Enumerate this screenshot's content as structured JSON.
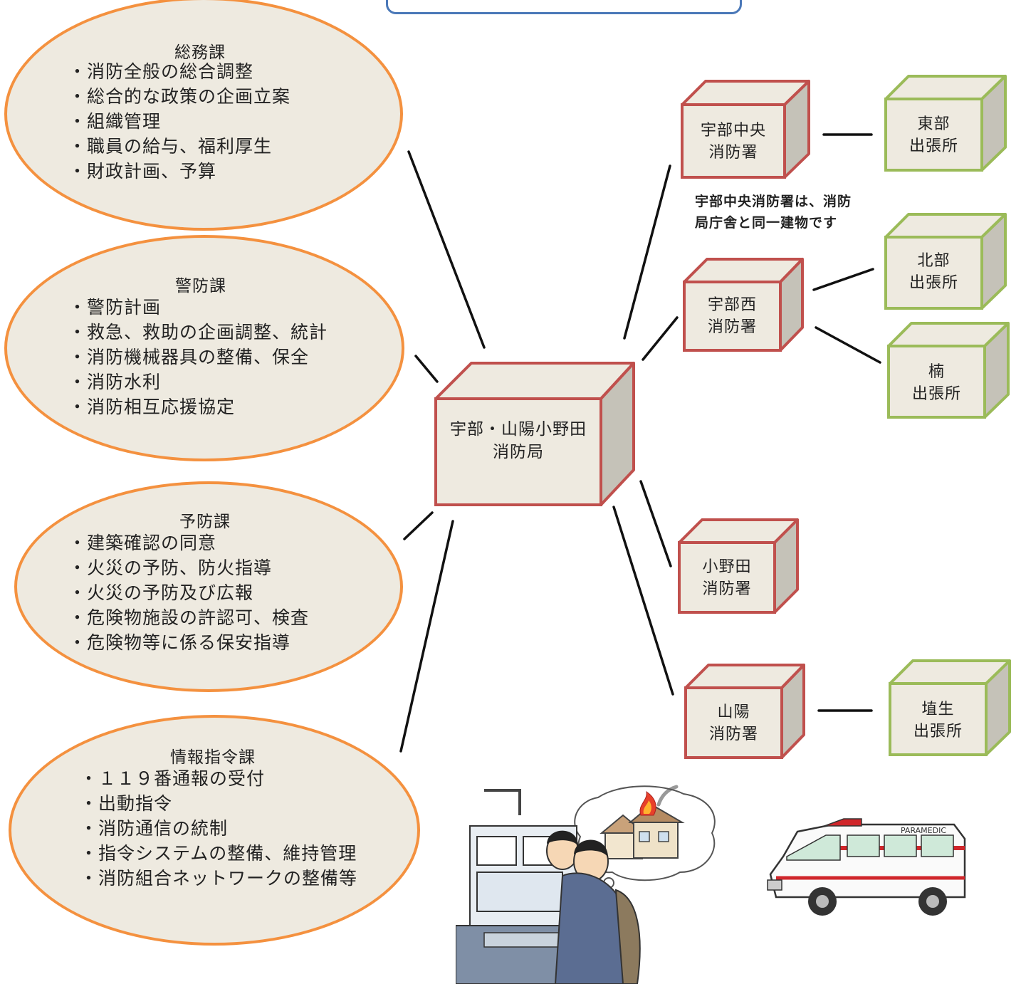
{
  "sections": [
    {
      "title": "総務課",
      "items": [
        "消防全般の総合調整",
        "総合的な政策の企画立案",
        "組織管理",
        "職員の給与、福利厚生",
        "財政計画、予算"
      ]
    },
    {
      "title": "警防課",
      "items": [
        "警防計画",
        "救急、救助の企画調整、統計",
        "消防機械器具の整備、保全",
        "消防水利",
        "消防相互応援協定"
      ]
    },
    {
      "title": "予防課",
      "items": [
        "建築確認の同意",
        "火災の予防、防火指導",
        "火災の予防及び広報",
        "危険物施設の許認可、検査",
        "危険物等に係る保安指導"
      ]
    },
    {
      "title": "情報指令課",
      "items": [
        "１１９番通報の受付",
        "出動指令",
        "消防通信の統制",
        "指令システムの整備、維持管理",
        "消防組合ネットワークの整備等"
      ]
    }
  ],
  "center": {
    "line1": "宇部・山陽小野田",
    "line2": "消防局"
  },
  "stations": {
    "ube_chuo": {
      "line1": "宇部中央",
      "line2": "消防署"
    },
    "ube_nishi": {
      "line1": "宇部西",
      "line2": "消防署"
    },
    "onoda": {
      "line1": "小野田",
      "line2": "消防署"
    },
    "sanyo": {
      "line1": "山陽",
      "line2": "消防署"
    }
  },
  "branches": {
    "tobu": {
      "line1": "東部",
      "line2": "出張所"
    },
    "hokubu": {
      "line1": "北部",
      "line2": "出張所"
    },
    "kusunoki": {
      "line1": "楠",
      "line2": "出張所"
    },
    "haniu": {
      "line1": "埴生",
      "line2": "出張所"
    }
  },
  "note": {
    "line1": "宇部中央消防署は、消防",
    "line2": "局庁舎と同一建物です"
  },
  "ambulance_text": "PARAMEDIC",
  "colors": {
    "ellipse_fill": "#eeeae0",
    "ellipse_border": "#f4913f",
    "station_border": "#c0504d",
    "branch_border": "#9bbb59",
    "box_face": "#eeeae0",
    "box_side": "#c5c2b8",
    "title_border": "#4a78b8"
  }
}
